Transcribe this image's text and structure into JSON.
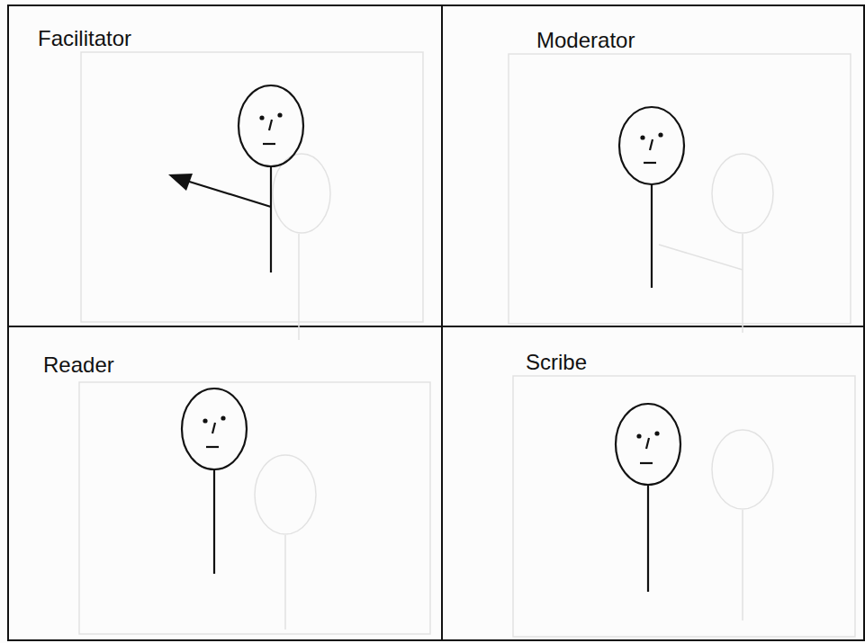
{
  "diagram": {
    "nodes": [
      {
        "text": [
          "Facilitator"
        ]
      },
      {
        "text": [
          "Moderator"
        ]
      },
      {
        "text": [
          "Reader"
        ]
      },
      {
        "text": [
          "Scribe"
        ]
      }
    ]
  }
}
